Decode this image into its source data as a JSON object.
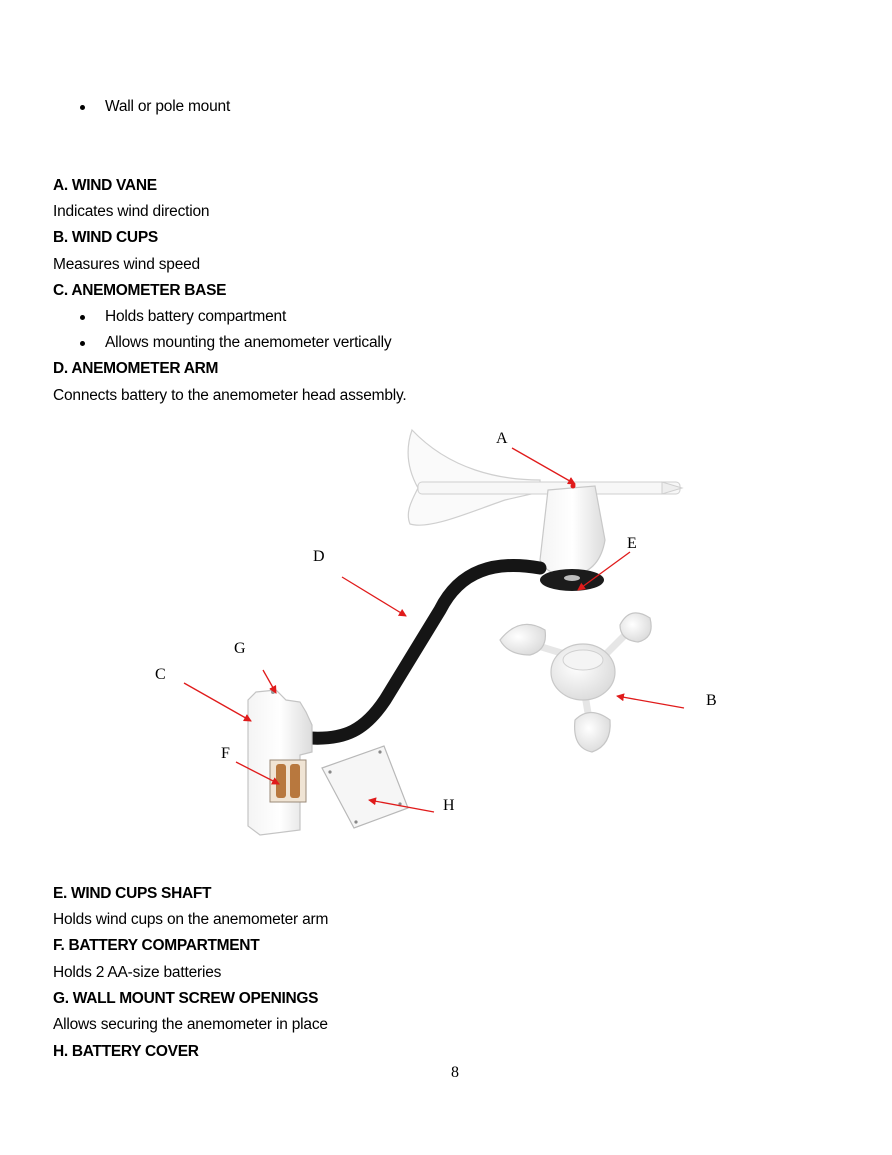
{
  "top_bullet": "Wall or pole mount",
  "sections_top": [
    {
      "heading": "A. WIND VANE",
      "text": "Indicates wind direction"
    },
    {
      "heading": "B. WIND CUPS",
      "text": "Measures wind speed"
    },
    {
      "heading": "C. ANEMOMETER BASE",
      "bullets": [
        "Holds battery compartment",
        "Allows mounting the anemometer vertically"
      ]
    },
    {
      "heading": "D. ANEMOMETER ARM",
      "text": "Connects battery to the anemometer head assembly."
    }
  ],
  "diagram": {
    "callouts": [
      "A",
      "B",
      "C",
      "D",
      "E",
      "F",
      "G",
      "H"
    ],
    "arrow_color": "#e01b1b",
    "arm_color": "#151515",
    "body_color": "#ffffff"
  },
  "sections_bottom": [
    {
      "heading": "E. WIND CUPS SHAFT",
      "text": "Holds wind cups on the anemometer arm"
    },
    {
      "heading": "F. BATTERY COMPARTMENT",
      "text": "Holds 2 AA-size batteries"
    },
    {
      "heading": "G. WALL MOUNT SCREW OPENINGS",
      "text": "Allows securing the anemometer in place"
    },
    {
      "heading": "H. BATTERY COVER"
    }
  ],
  "page_number": "8"
}
